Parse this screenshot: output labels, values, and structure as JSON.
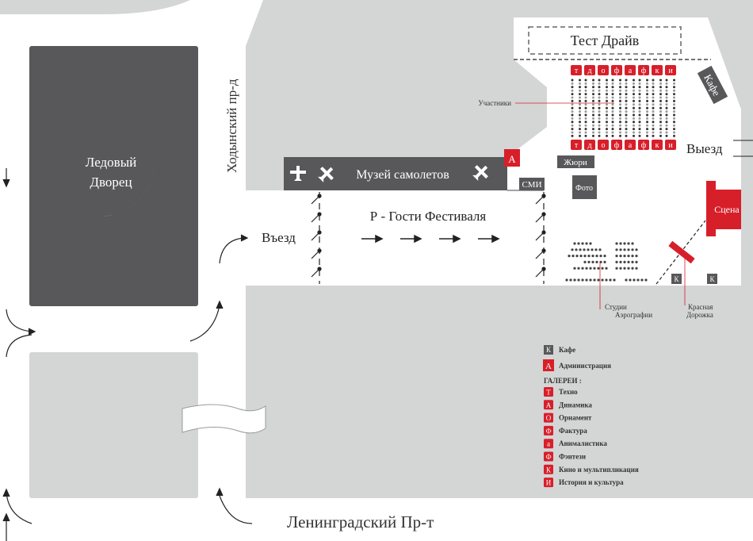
{
  "colors": {
    "gray": "#d4d5d5",
    "dark": "#58585a",
    "red": "#d71f2a",
    "white": "#ffffff"
  },
  "labels": {
    "ice_palace_line1": "Ледовый",
    "ice_palace_line2": "Дворец",
    "street_khodynsky": "Ходынский пр-д",
    "street_leningradsky": "Ленинградский Пр-т",
    "museum": "Музей самолетов",
    "guests_parking": "Р - Гости Фестиваля",
    "entrance": "Въезд",
    "exit": "Выезд",
    "test_drive": "Тест Драйв",
    "participants": "Участники",
    "cafe": "Кафе",
    "jury": "Жюри",
    "photo": "Фото",
    "media": "СМИ",
    "admin_badge": "А",
    "stage": "Сцена",
    "cafe_badge": "К",
    "studios_line1": "Студии",
    "studios_line2": "Аэрографии",
    "red_carpet_line1": "Красная",
    "red_carpet_line2": "Дорожка"
  },
  "gallery_row": [
    "т",
    "д",
    "о",
    "ф",
    "а",
    "ф",
    "к",
    "и"
  ],
  "legend": {
    "cafe": {
      "badge": "К",
      "label": "Кафе"
    },
    "admin": {
      "badge": "А",
      "label": "Администрация"
    },
    "galleries_title": "ГАЛЕРЕИ :",
    "galleries": [
      {
        "badge": "Т",
        "label": "Техно"
      },
      {
        "badge": "А",
        "label": "Динамика"
      },
      {
        "badge": "О",
        "label": "Орнамент"
      },
      {
        "badge": "Ф",
        "label": "Фактура"
      },
      {
        "badge": "а",
        "label": "Анималистика"
      },
      {
        "badge": "Ф",
        "label": "Фэнтези"
      },
      {
        "badge": "К",
        "label": "Кино и мультипликация"
      },
      {
        "badge": "И",
        "label": "История и культура"
      }
    ]
  },
  "icons": [
    "airplane-icon",
    "arrow-icon",
    "gate-icon"
  ]
}
